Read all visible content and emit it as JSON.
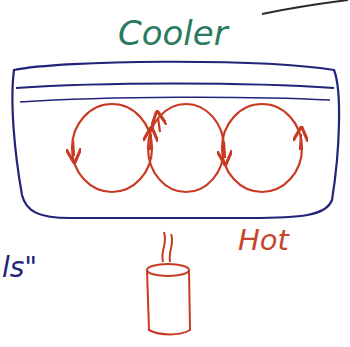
{
  "diagram": {
    "labels": [
      "Cooler",
      "Hot",
      "ls\""
    ]
  }
}
